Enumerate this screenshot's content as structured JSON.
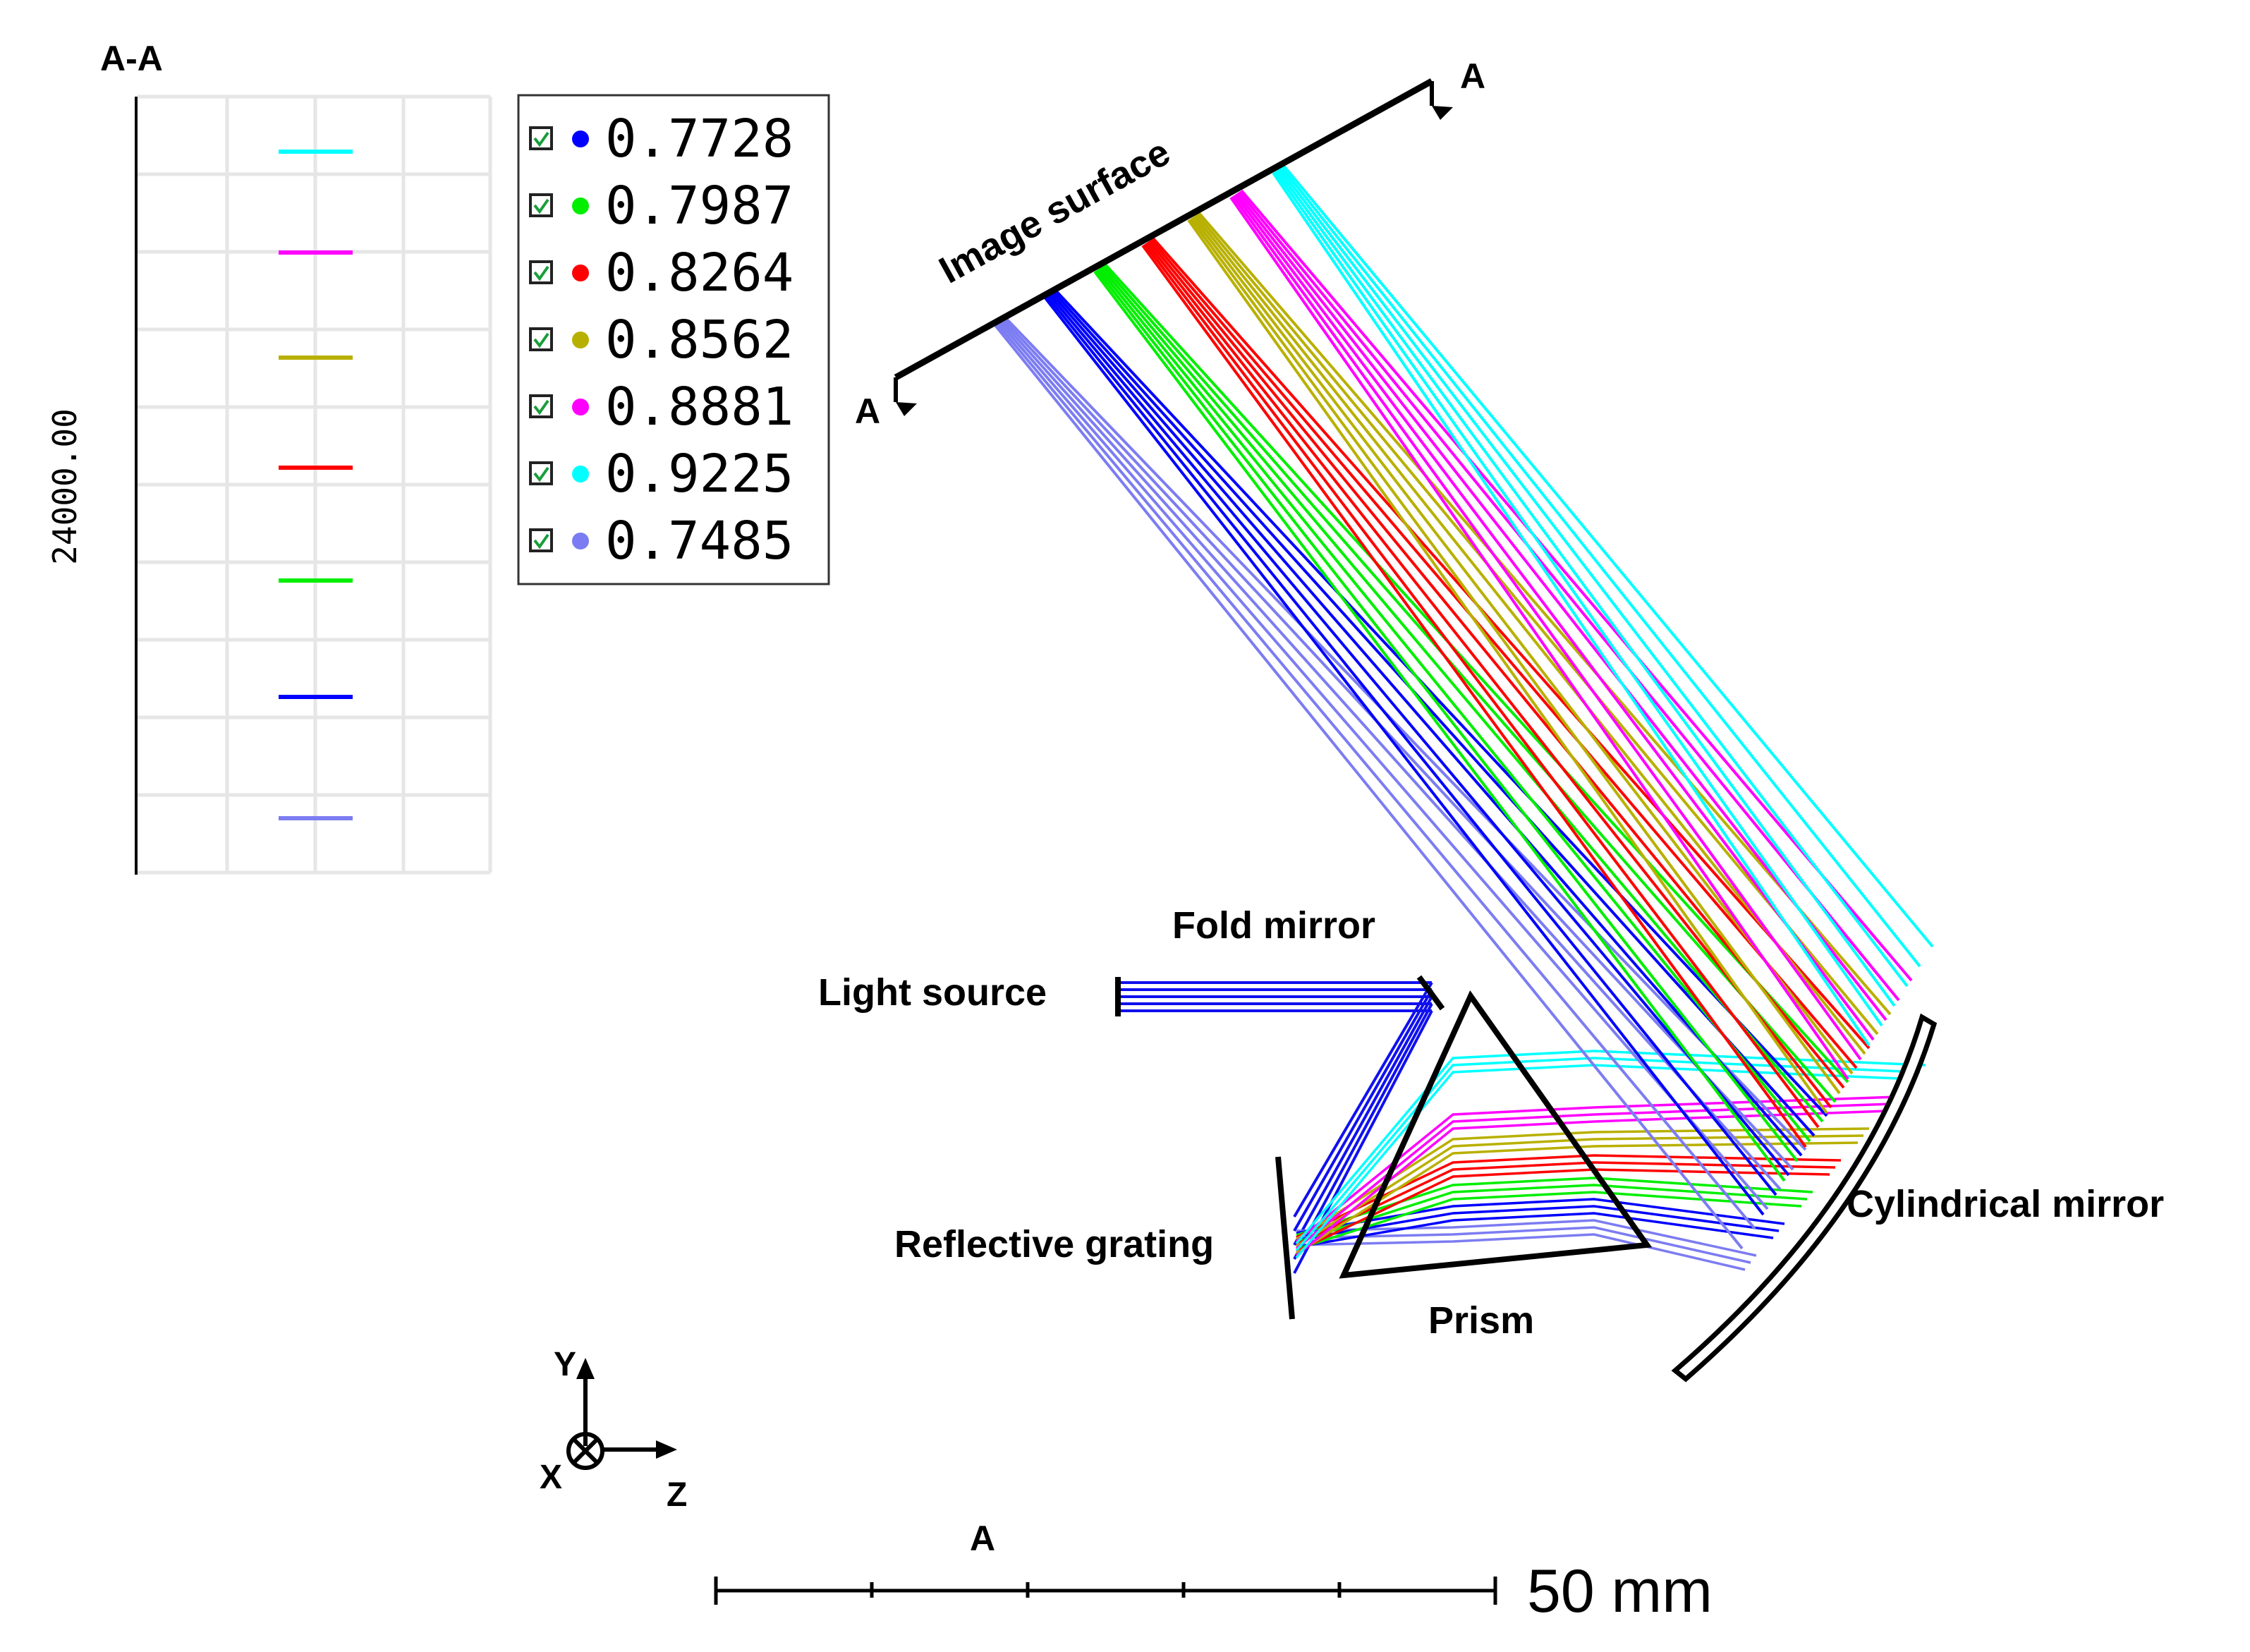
{
  "section_view": {
    "title": "A-A",
    "axis_label": "24000.00"
  },
  "legend": {
    "entries": [
      {
        "value": "0.7728",
        "color": "#0000ff"
      },
      {
        "value": "0.7987",
        "color": "#00ee00"
      },
      {
        "value": "0.8264",
        "color": "#ff0000"
      },
      {
        "value": "0.8562",
        "color": "#b8b000"
      },
      {
        "value": "0.8881",
        "color": "#ff00ff"
      },
      {
        "value": "0.9225",
        "color": "#00ffff"
      },
      {
        "value": "0.7485",
        "color": "#7c7cf2"
      }
    ]
  },
  "labels": {
    "image_surface": "Image surface",
    "section_marker": "A",
    "fold_mirror": "Fold mirror",
    "light_source": "Light source",
    "reflective_grating": "Reflective grating",
    "prism": "Prism",
    "cylindrical_mirror": "Cylindrical mirror"
  },
  "axes": {
    "y": "Y",
    "x": "X",
    "z": "Z"
  },
  "scale_bar": {
    "top_label": "A",
    "length_label": "50 mm"
  }
}
